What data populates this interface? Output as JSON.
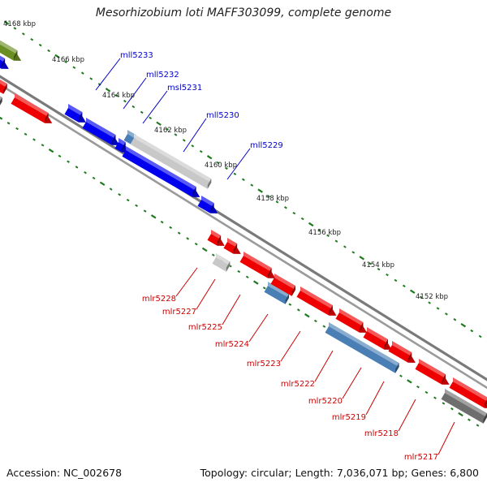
{
  "title": "Mesorhizobium loti MAFF303099, complete genome",
  "footer": {
    "accession": "Accession: NC_002678",
    "summary": "Topology: circular; Length: 7,036,071 bp; Genes: 6,800"
  },
  "colors": {
    "forward_gene": "#0000ee",
    "reverse_gene": "#ee0000",
    "highlight_gene": "#4a7fb5",
    "pseudo_gene": "#c8c8c8",
    "other_gene": "#6e6e6e",
    "olive_gene": "#6b8e23",
    "tick": "#1f7a1f",
    "backbone": "#7a7a7a",
    "forward_label": "#0000cc",
    "reverse_label": "#cc0000"
  },
  "kbp_ticks": [
    "4168 kbp",
    "4166 kbp",
    "4164 kbp",
    "4162 kbp",
    "4160 kbp",
    "4158 kbp",
    "4156 kbp",
    "4154 kbp",
    "4152 kbp"
  ],
  "forward_gene_labels": [
    "mll5233",
    "mll5232",
    "msl5231",
    "mll5230",
    "mll5229"
  ],
  "reverse_gene_labels": [
    "mlr5228",
    "mlr5227",
    "mlr5225",
    "mlr5224",
    "mlr5223",
    "mlr5222",
    "mlr5220",
    "mlr5219",
    "mlr5218",
    "mlr5217"
  ]
}
